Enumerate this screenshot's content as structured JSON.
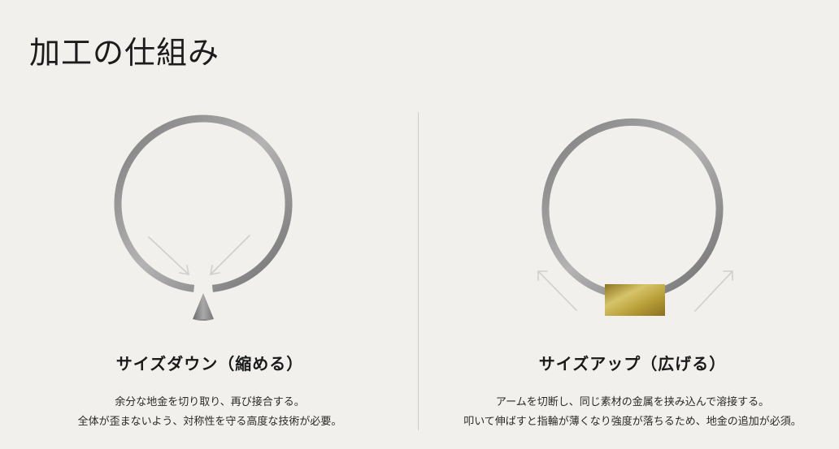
{
  "page": {
    "title": "加工の仕組み"
  },
  "panels": [
    {
      "title": "サイズダウン（縮める）",
      "description": [
        "余分な地金を切り取り、再び接合する。",
        "全体が歪まないよう、対称性を守る高度な技術が必要。"
      ]
    },
    {
      "title": "サイズアップ（広げる）",
      "description": [
        "アームを切断し、同じ素材の金属を挟み込んで溶接する。",
        "叩いて伸ばすと指輪が薄くなり強度が落ちるため、地金の追加が必須。"
      ]
    }
  ],
  "colors": {
    "background": "#f1f0ec",
    "ring_silver": "#8f8f8f",
    "insert_gold": "#b9a23c",
    "arrow": "#cfcfcf"
  }
}
